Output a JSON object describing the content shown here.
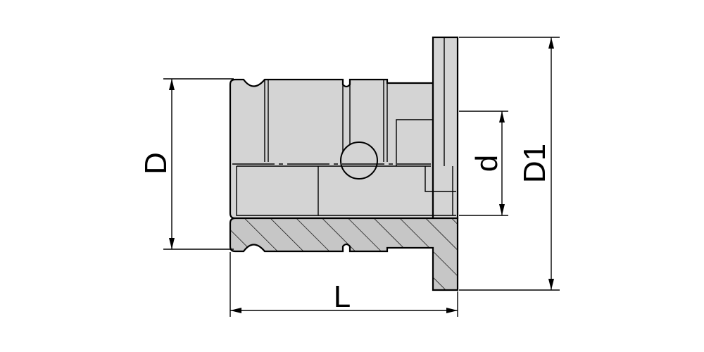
{
  "dimensions": {
    "D": "D",
    "d": "d",
    "D1": "D1",
    "L": "L"
  },
  "colors": {
    "body_fill": "#d4d4d4",
    "hatch_fill": "#c6c6c6",
    "outline": "#000000",
    "background": "#ffffff"
  }
}
